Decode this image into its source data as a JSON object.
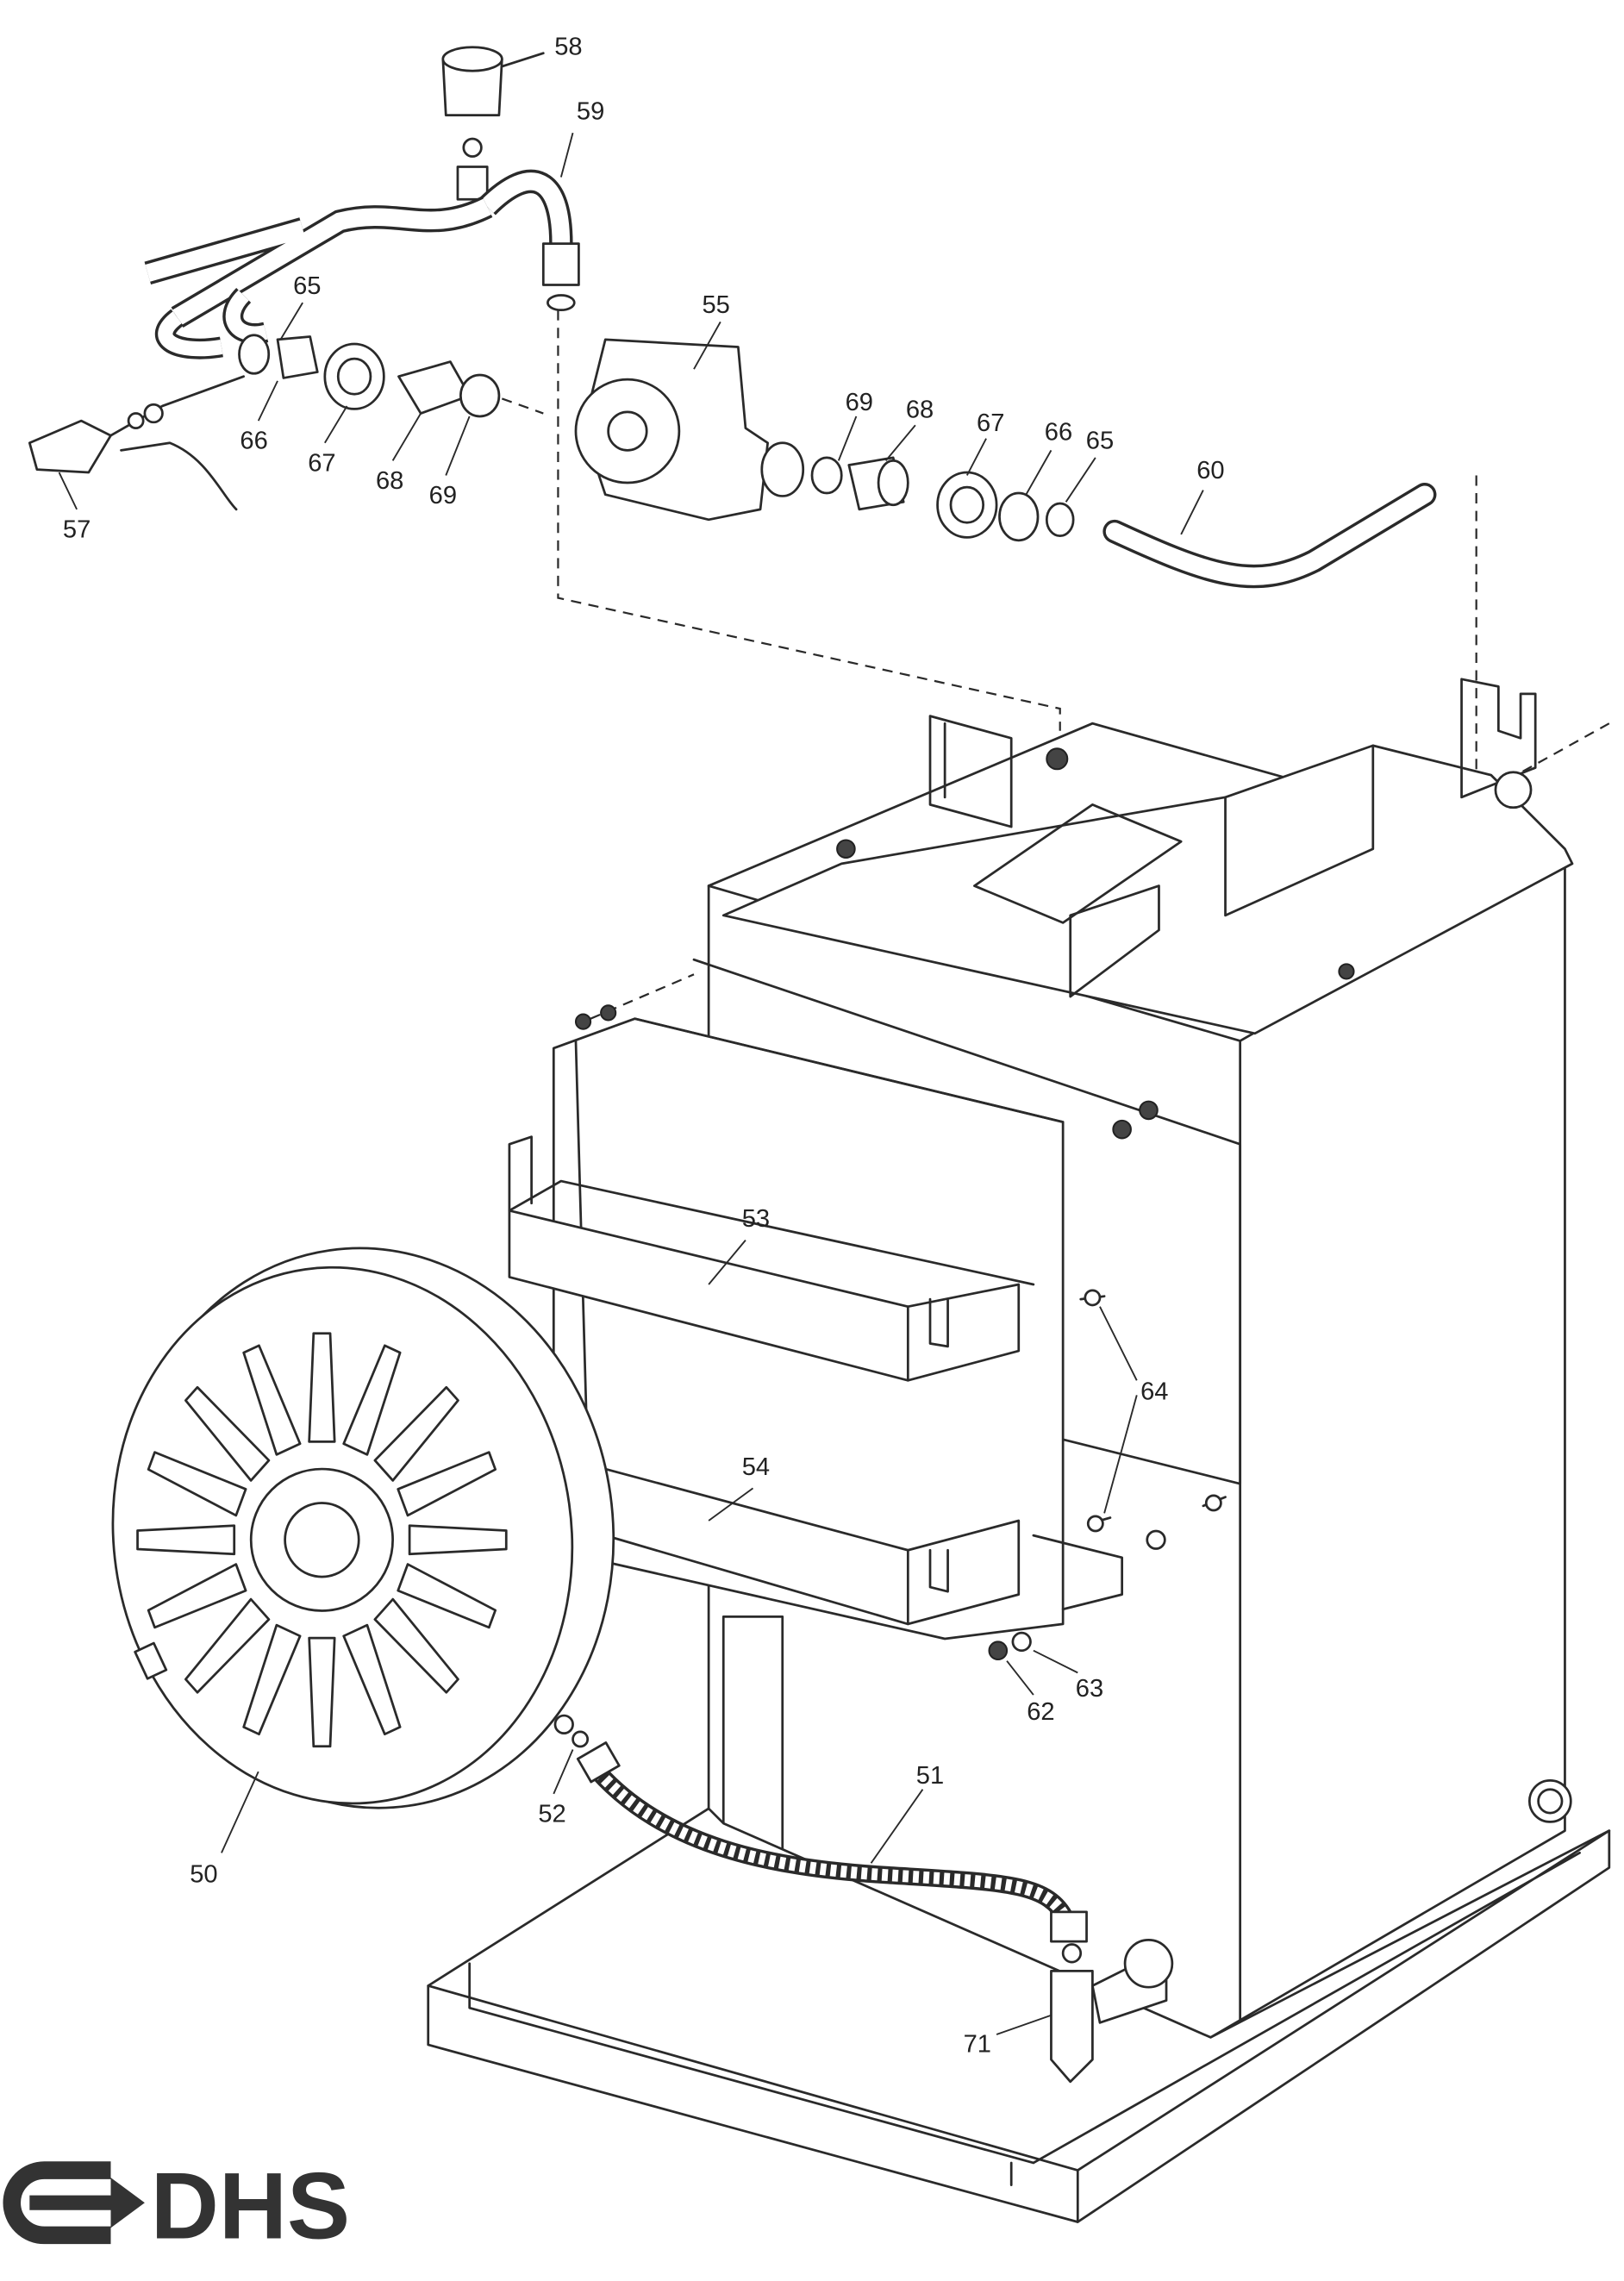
{
  "diagram": {
    "type": "exploded parts diagram",
    "labels": [
      "58",
      "59",
      "65",
      "66",
      "67",
      "68",
      "69",
      "57",
      "55",
      "69",
      "68",
      "67",
      "66",
      "65",
      "60",
      "53",
      "64",
      "54",
      "63",
      "62",
      "50",
      "52",
      "51",
      "71"
    ]
  },
  "brand": {
    "logo_text": "DHS",
    "color": "#333333"
  }
}
